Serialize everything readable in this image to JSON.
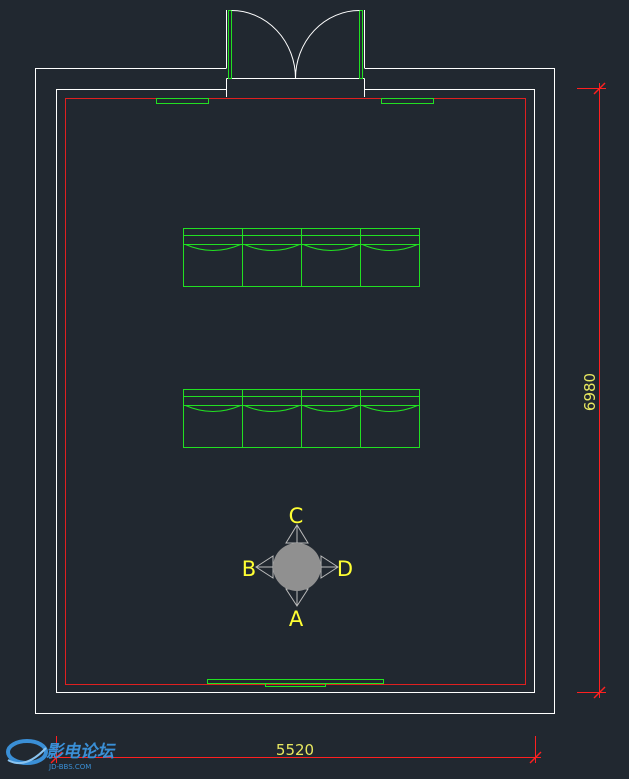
{
  "drawing": {
    "dimension_width": "5520",
    "dimension_height": "6980",
    "label_a": "A",
    "label_b": "B",
    "label_c": "C",
    "label_d": "D"
  },
  "watermark": {
    "brand": "影电论坛",
    "url": "JD-BBS.COM"
  },
  "colors": {
    "background": "#212830",
    "wall": "#ffffff",
    "inner_boundary": "#e02020",
    "furniture": "#22e022",
    "dimension": "#ff2020",
    "dimension_text": "#e8e860",
    "marker_label": "#ffff33",
    "camera_body": "#909090"
  }
}
